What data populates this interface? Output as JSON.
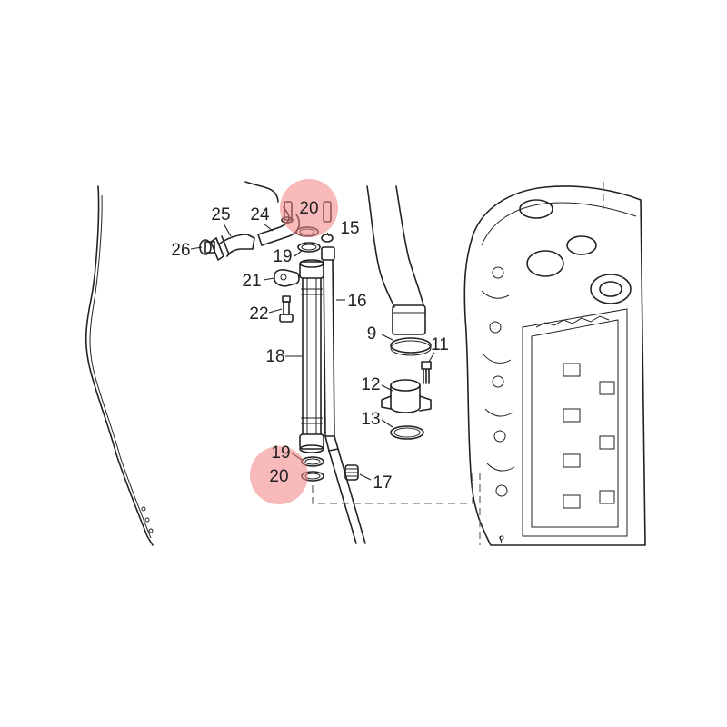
{
  "colors": {
    "highlight": "#f08080",
    "line": "#222222",
    "background": "#ffffff"
  },
  "callouts": {
    "c20_top": "20",
    "c25": "25",
    "c24": "24",
    "c15": "15",
    "c26": "26",
    "c19_top": "19",
    "c21": "21",
    "c16": "16",
    "c22": "22",
    "c18": "18",
    "c9": "9",
    "c11": "11",
    "c12": "12",
    "c13": "13",
    "c19_bottom": "19",
    "c20_bottom": "20",
    "c17": "17"
  }
}
